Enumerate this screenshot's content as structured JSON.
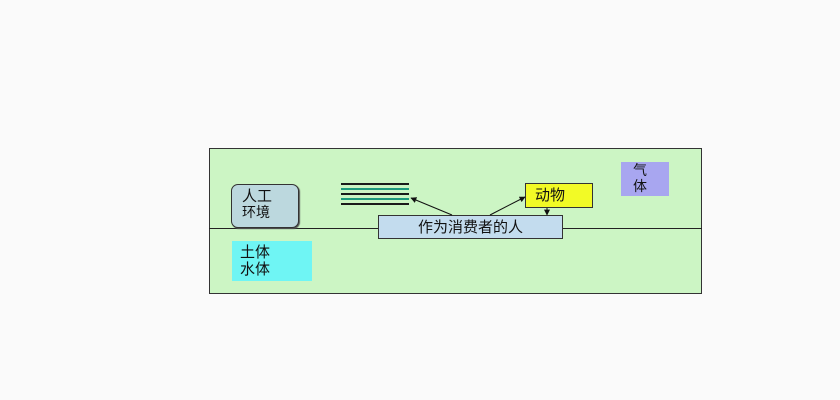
{
  "diagram": {
    "artificial_env": {
      "line1": "人工",
      "line2": "环境"
    },
    "soil_water": {
      "line1": "土体",
      "line2": "水体"
    },
    "gas": {
      "line1": "气",
      "line2": "体"
    },
    "animal": "动物",
    "consumer": "作为消费者的人",
    "colors": {
      "panel": "#ccf5c4",
      "artificial_env": "#bcd8de",
      "soil_water": "#6ff5f4",
      "gas": "#a8a6f0",
      "animal": "#f2fa26",
      "consumer": "#c3dcee"
    }
  }
}
